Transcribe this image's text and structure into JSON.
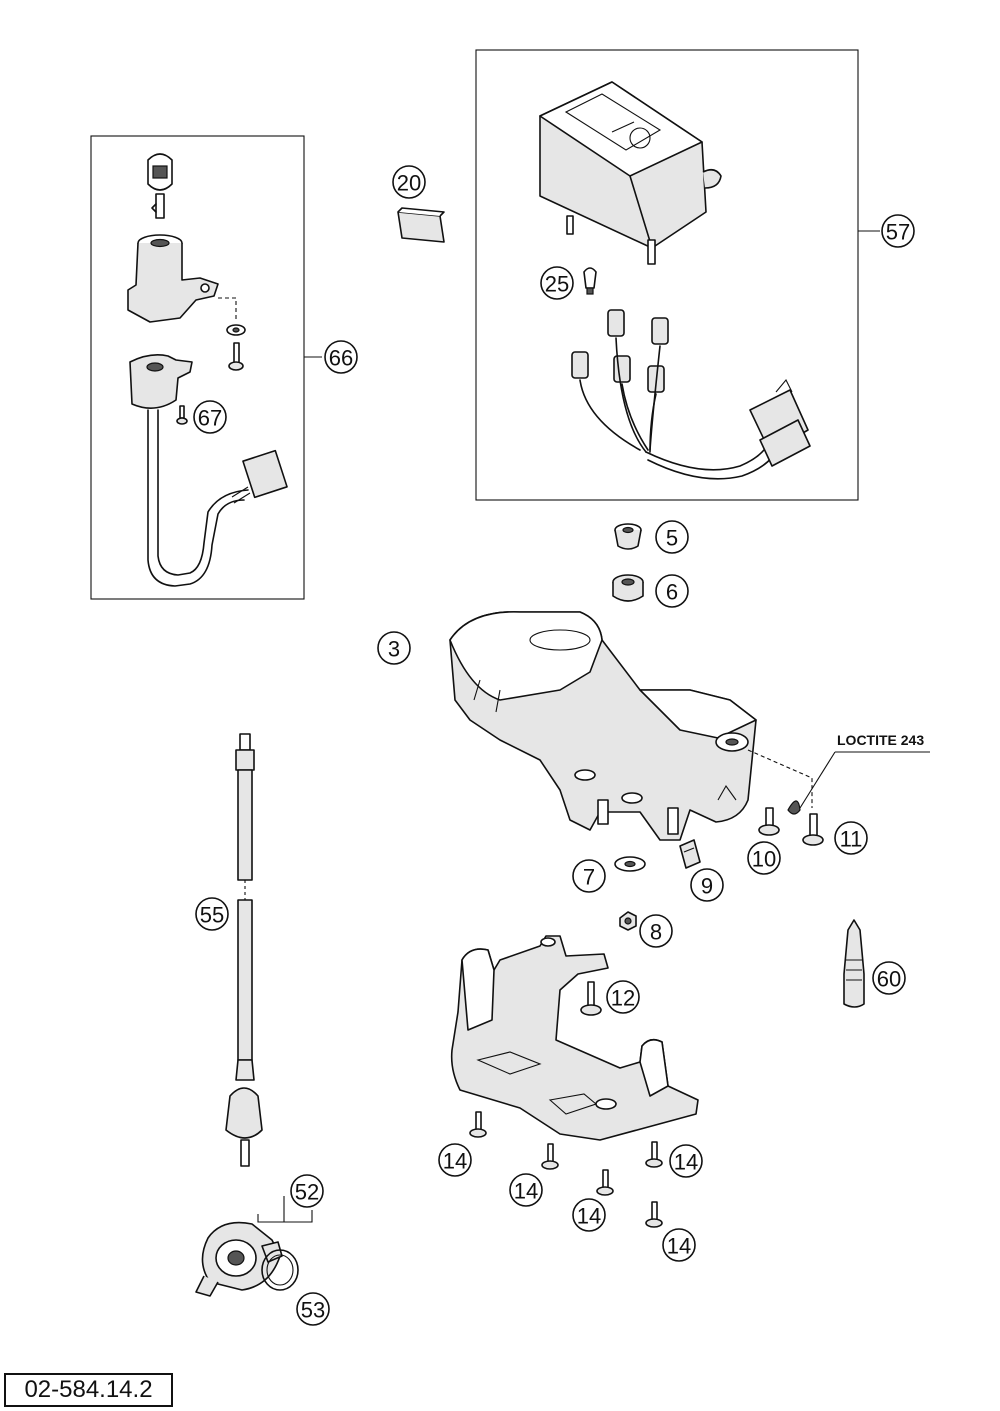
{
  "callouts": {
    "c3": "3",
    "c5": "5",
    "c6": "6",
    "c7": "7",
    "c8": "8",
    "c9": "9",
    "c10": "10",
    "c11": "11",
    "c12": "12",
    "c14a": "14",
    "c14b": "14",
    "c14c": "14",
    "c14d": "14",
    "c14e": "14",
    "c20": "20",
    "c25": "25",
    "c52": "52",
    "c53": "53",
    "c55": "55",
    "c57": "57",
    "c60": "60",
    "c66": "66",
    "c67": "67"
  },
  "note": {
    "loctite": "LOCTITE 243"
  },
  "document_number": "02-584.14.2",
  "icons": [
    "ignition-key-icon",
    "speedometer-icon",
    "cable-icon",
    "screw-icon"
  ]
}
